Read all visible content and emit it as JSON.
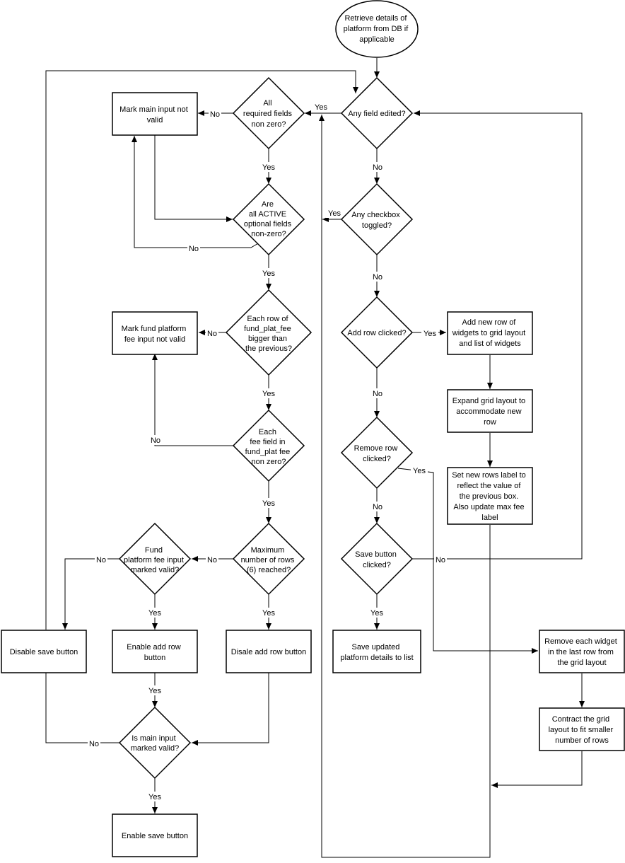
{
  "nodes": {
    "start": {
      "shape": "ellipse",
      "lines": [
        "Retrieve details of",
        "platform from DB if",
        "applicable"
      ]
    },
    "any_field_edited": {
      "shape": "diamond",
      "lines": [
        "Any field edited?"
      ]
    },
    "all_required_nonzero": {
      "shape": "diamond",
      "lines": [
        "All",
        "required fields",
        "non zero?"
      ]
    },
    "mark_main_not_valid": {
      "shape": "rect",
      "lines": [
        "Mark main input not",
        "valid"
      ]
    },
    "all_active_optional_nonzero": {
      "shape": "diamond",
      "lines": [
        "Are",
        "all ACTIVE",
        "optional fields",
        "non-zero?"
      ]
    },
    "each_row_bigger": {
      "shape": "diamond",
      "lines": [
        "Each row of",
        "fund_plat_fee",
        "bigger than",
        "the previous?"
      ]
    },
    "mark_fund_fee_not_valid": {
      "shape": "rect",
      "lines": [
        "Mark fund platform",
        "fee input not valid"
      ]
    },
    "each_fee_nonzero": {
      "shape": "diamond",
      "lines": [
        "Each",
        "fee field in",
        "fund_plat fee",
        "non zero?"
      ]
    },
    "max_rows_reached": {
      "shape": "diamond",
      "lines": [
        "Maximum",
        "number of rows",
        "(6) reached?"
      ]
    },
    "fund_fee_valid": {
      "shape": "diamond",
      "lines": [
        "Fund",
        "platform fee input",
        "marked valid?"
      ]
    },
    "disable_save": {
      "shape": "rect",
      "lines": [
        "Disable save button"
      ]
    },
    "enable_add_row": {
      "shape": "rect",
      "lines": [
        "Enable add row",
        "button"
      ]
    },
    "disable_add_row": {
      "shape": "rect",
      "lines": [
        "Disale add row button"
      ]
    },
    "main_input_valid": {
      "shape": "diamond",
      "lines": [
        "Is main input",
        "marked valid?"
      ]
    },
    "enable_save": {
      "shape": "rect",
      "lines": [
        "Enable save button"
      ]
    },
    "any_checkbox_toggled": {
      "shape": "diamond",
      "lines": [
        "Any checkbox",
        "toggled?"
      ]
    },
    "add_row_clicked": {
      "shape": "diamond",
      "lines": [
        "Add row clicked?"
      ]
    },
    "add_new_row": {
      "shape": "rect",
      "lines": [
        "Add new row of",
        "widgets to grid layout",
        "and list of widgets"
      ]
    },
    "expand_grid": {
      "shape": "rect",
      "lines": [
        "Expand grid layout to",
        "accommodate new",
        "row"
      ]
    },
    "set_labels": {
      "shape": "rect",
      "lines": [
        "Set new rows label to",
        "reflect the value of",
        "the previous box.",
        "Also update max fee",
        "label"
      ]
    },
    "remove_row_clicked": {
      "shape": "diamond",
      "lines": [
        "Remove row",
        "clicked?"
      ]
    },
    "save_clicked": {
      "shape": "diamond",
      "lines": [
        "Save button",
        "clicked?"
      ]
    },
    "save_details": {
      "shape": "rect",
      "lines": [
        "Save updated",
        "platform details to list"
      ]
    },
    "remove_widgets": {
      "shape": "rect",
      "lines": [
        "Remove each widget",
        "in the last row from",
        "the grid layout"
      ]
    },
    "contract_grid": {
      "shape": "rect",
      "lines": [
        "Contract the grid",
        "layout to fit smaller",
        "number of rows"
      ]
    }
  },
  "edge_labels": {
    "any_field_yes": "Yes",
    "any_field_no": "No",
    "required_yes": "Yes",
    "required_no": "No",
    "optional_yes": "Yes",
    "optional_no": "No",
    "bigger_yes": "Yes",
    "bigger_no": "No",
    "fee_nonzero_yes": "Yes",
    "fee_nonzero_no": "No",
    "max_rows_yes": "Yes",
    "max_rows_no": "No",
    "fund_valid_yes": "Yes",
    "fund_valid_no": "No",
    "enable_add_yes": "Yes",
    "main_valid_yes": "Yes",
    "main_valid_no": "No",
    "checkbox_yes": "Yes",
    "checkbox_no": "No",
    "add_row_yes": "Yes",
    "add_row_no": "No",
    "remove_row_yes": "Yes",
    "remove_row_no": "No",
    "save_yes": "Yes",
    "save_no": "No"
  }
}
